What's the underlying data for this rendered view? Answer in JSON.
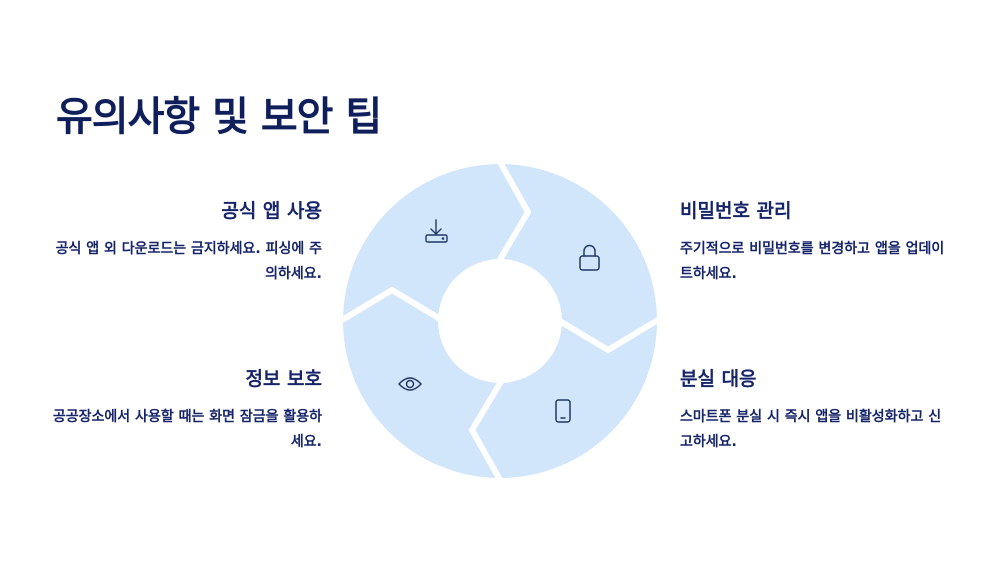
{
  "page": {
    "title": "유의사항 및 보안 팁"
  },
  "colors": {
    "segment": "#d1e5fb",
    "icon": "#213a66",
    "text": "#16256a"
  },
  "items": [
    {
      "title": "공식 앱 사용",
      "desc": "공식 앱 외 다운로드는 금지하세요. 피싱에 주의하세요.",
      "icon": "download-icon"
    },
    {
      "title": "비밀번호 관리",
      "desc": "주기적으로 비밀번호를 변경하고 앱을 업데이트하세요.",
      "icon": "lock-icon"
    },
    {
      "title": "분실 대응",
      "desc": "스마트폰 분실 시 즉시 앱을 비활성화하고 신고하세요.",
      "icon": "phone-icon"
    },
    {
      "title": "정보 보호",
      "desc": "공공장소에서 사용할 때는 화면 잠금을 활용하세요.",
      "icon": "eye-icon"
    }
  ]
}
